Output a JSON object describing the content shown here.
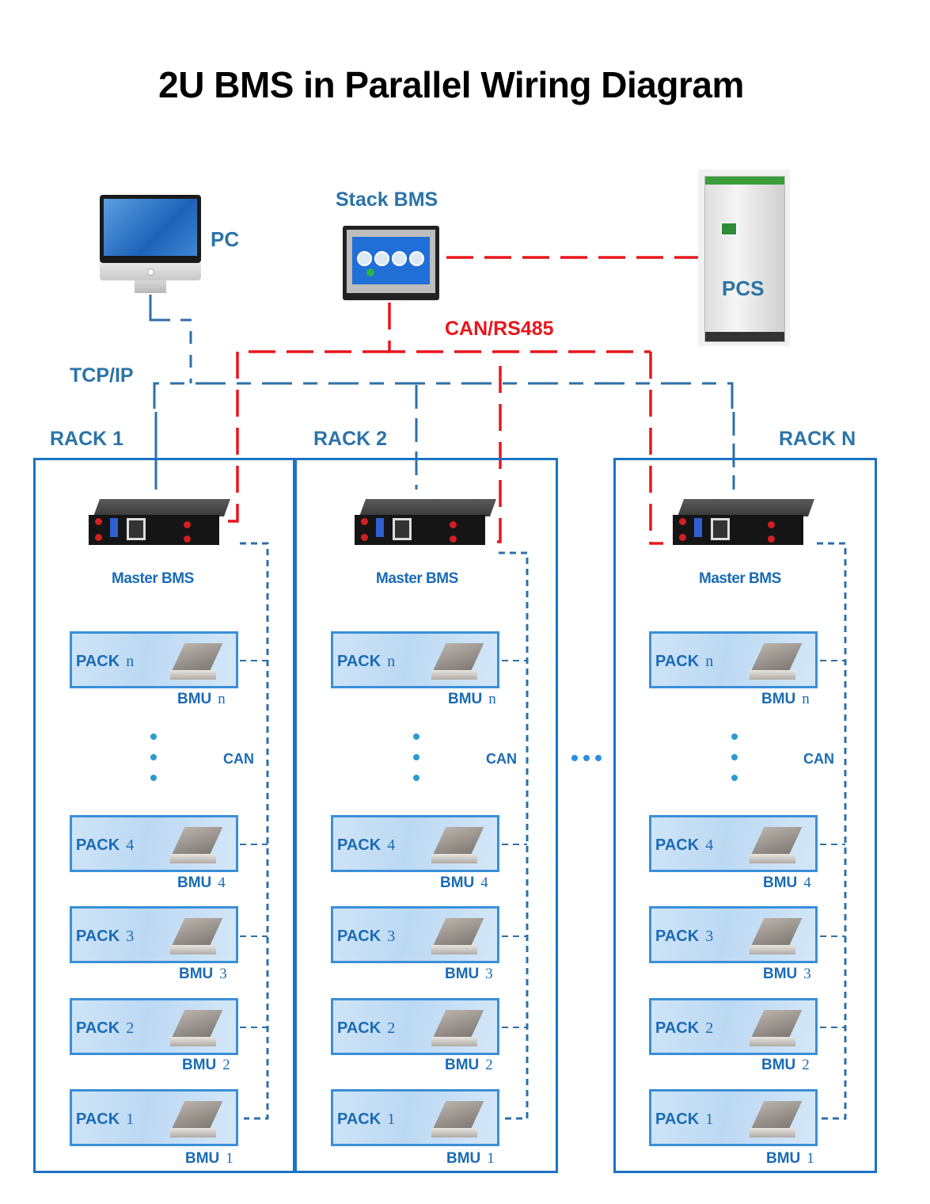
{
  "title": "2U BMS in Parallel Wiring Diagram",
  "devices": {
    "pc": {
      "label": "PC",
      "icon": "desktop-monitor-icon"
    },
    "stack_bms": {
      "label": "Stack BMS",
      "icon": "touchscreen-controller-icon"
    },
    "pcs": {
      "label": "PCS",
      "icon": "power-cabinet-icon"
    }
  },
  "links": {
    "tcpip": "TCP/IP",
    "can_rs485": "CAN/RS485",
    "can": "CAN"
  },
  "colors": {
    "blue_label": "#2b73a8",
    "rack_border": "#1a73c4",
    "tcp_line": "#2e6fa8",
    "can_rs485_line": "#e8161c",
    "pack_fill": "#c6def5"
  },
  "racks": [
    {
      "label": "RACK 1",
      "master_label": "Master BMS",
      "packs": [
        {
          "pack": "PACK",
          "id": "n",
          "bmu": "BMU",
          "bmu_id": "n"
        },
        {
          "pack": "PACK",
          "id": "4",
          "bmu": "BMU",
          "bmu_id": "4"
        },
        {
          "pack": "PACK",
          "id": "3",
          "bmu": "BMU",
          "bmu_id": "3"
        },
        {
          "pack": "PACK",
          "id": "2",
          "bmu": "BMU",
          "bmu_id": "2"
        },
        {
          "pack": "PACK",
          "id": "1",
          "bmu": "BMU",
          "bmu_id": "1"
        }
      ]
    },
    {
      "label": "RACK 2",
      "master_label": "Master BMS",
      "packs": [
        {
          "pack": "PACK",
          "id": "n",
          "bmu": "BMU",
          "bmu_id": "n"
        },
        {
          "pack": "PACK",
          "id": "4",
          "bmu": "BMU",
          "bmu_id": "4"
        },
        {
          "pack": "PACK",
          "id": "3",
          "bmu": "BMU",
          "bmu_id": "3"
        },
        {
          "pack": "PACK",
          "id": "2",
          "bmu": "BMU",
          "bmu_id": "2"
        },
        {
          "pack": "PACK",
          "id": "1",
          "bmu": "BMU",
          "bmu_id": "1"
        }
      ]
    },
    {
      "label": "RACK N",
      "master_label": "Master BMS",
      "packs": [
        {
          "pack": "PACK",
          "id": "n",
          "bmu": "BMU",
          "bmu_id": "n"
        },
        {
          "pack": "PACK",
          "id": "4",
          "bmu": "BMU",
          "bmu_id": "4"
        },
        {
          "pack": "PACK",
          "id": "3",
          "bmu": "BMU",
          "bmu_id": "3"
        },
        {
          "pack": "PACK",
          "id": "2",
          "bmu": "BMU",
          "bmu_id": "2"
        },
        {
          "pack": "PACK",
          "id": "1",
          "bmu": "BMU",
          "bmu_id": "1"
        }
      ]
    }
  ],
  "ellipsis": "• • •"
}
